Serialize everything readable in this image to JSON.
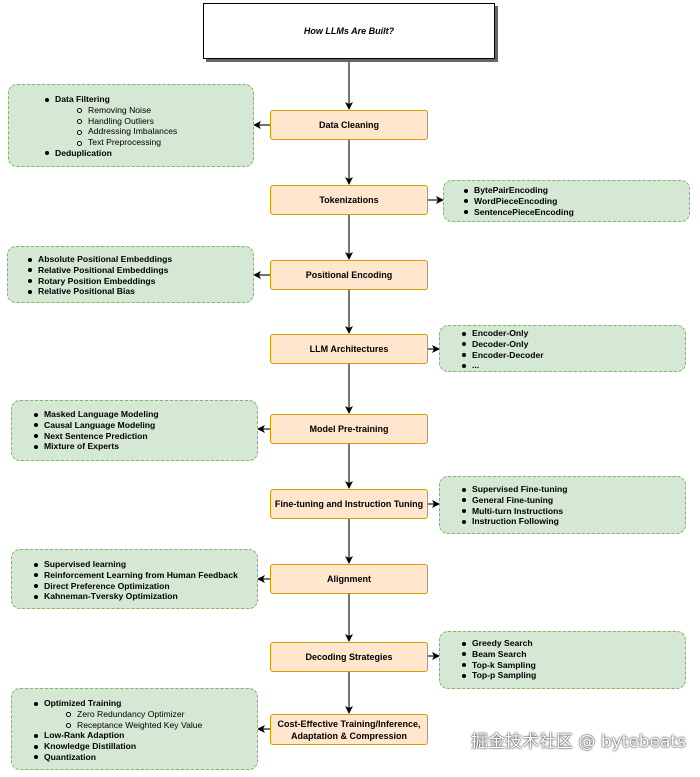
{
  "title": "How LLMs Are Built?",
  "steps": [
    "Data Cleaning",
    "Tokenizations",
    "Positional Encoding",
    "LLM Architectures",
    "Model Pre-training",
    "Fine-tuning and Instruction Tuning",
    "Alignment",
    "Decoding Strategies",
    "Cost-Effective Training/Inference,",
    "Adaptation & Compression"
  ],
  "notes": {
    "data_cleaning": {
      "filtering": "Data Filtering",
      "subs": [
        "Removing Noise",
        "Handling Outliers",
        "Addressing Imbalances",
        "Text Preprocessing"
      ],
      "dedup": "Deduplication"
    },
    "tokenizations": [
      "BytePairEncoding",
      "WordPieceEncoding",
      "SentencePieceEncoding"
    ],
    "positional": [
      "Absolute Positional Embeddings",
      "Relative Positional Embeddings",
      "Rotary Position Embeddings",
      "Relative Positional Bias"
    ],
    "architectures": [
      "Encoder-Only",
      "Decoder-Only",
      "Encoder-Decoder",
      "..."
    ],
    "pretraining": [
      "Masked Language Modeling",
      "Causal Language Modeling",
      "Next Sentence Prediction",
      "Mixture of Experts"
    ],
    "finetuning": [
      "Supervised Fine-tuning",
      "General Fine-tuning",
      "Multi-turn Instructions",
      "Instruction Following"
    ],
    "alignment": [
      "Supervised learning",
      "Reinforcement Learning from Human Feedback",
      "Direct Preference Optimization",
      "Kahneman-Tversky Optimization"
    ],
    "decoding": [
      "Greedy Search",
      "Beam Search",
      "Top-k Sampling",
      "Top-p Sampling"
    ],
    "cost": {
      "optimized": "Optimized Training",
      "subs": [
        "Zero Redundancy Optimizer",
        "Receptance Weighted Key Value"
      ],
      "rest": [
        "Low-Rank Adaption",
        "Knowledge Distillation",
        "Quantization"
      ]
    }
  },
  "watermark": "掘金技术社区 @ bytebeats",
  "colors": {
    "step_fill": "#ffe6cc",
    "step_border": "#d79b00",
    "note_fill": "#d5e8d4",
    "note_border": "#82b366"
  }
}
